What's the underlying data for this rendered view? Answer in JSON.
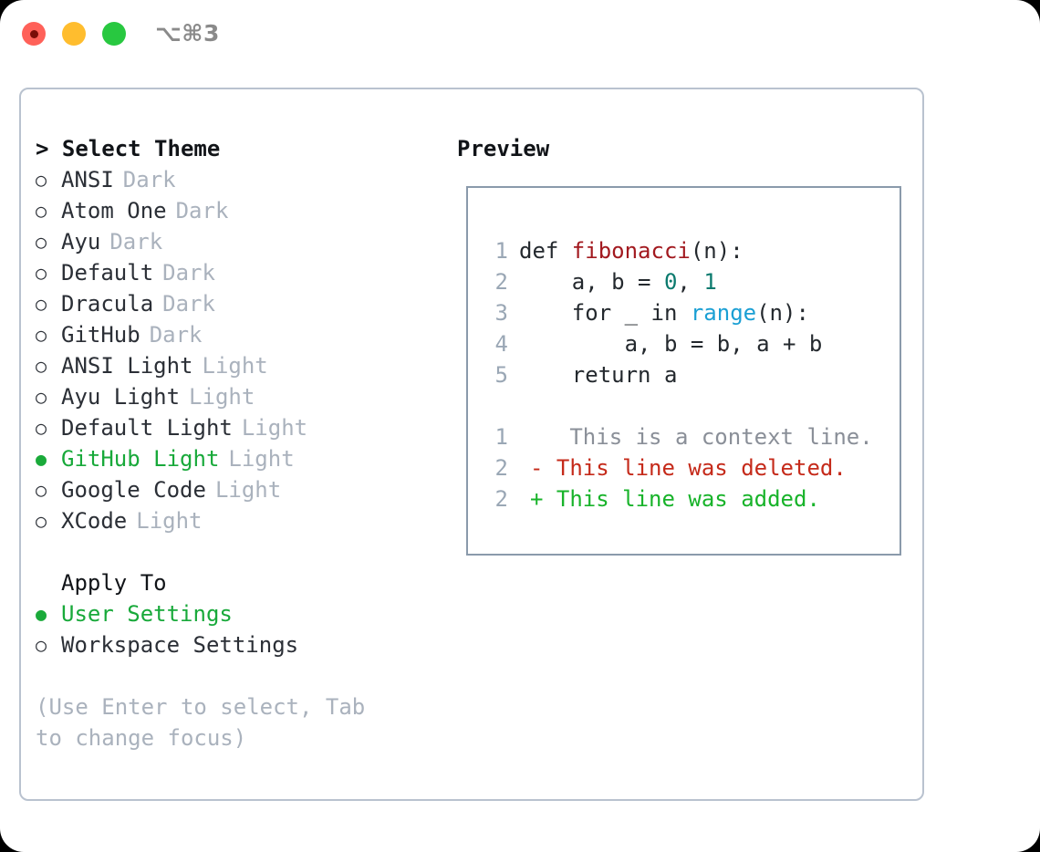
{
  "titlebar": {
    "shortcut": "⌥⌘3",
    "lights": [
      {
        "name": "close",
        "color": "#ff6159"
      },
      {
        "name": "minimize",
        "color": "#ffbd2e"
      },
      {
        "name": "maximize",
        "color": "#28c840"
      }
    ]
  },
  "theme_picker": {
    "heading": "> Select Theme",
    "selected_marker": "●",
    "unselected_marker": "○",
    "items": [
      {
        "label": "ANSI",
        "badge": "Dark",
        "selected": false
      },
      {
        "label": "Atom One",
        "badge": "Dark",
        "selected": false
      },
      {
        "label": "Ayu",
        "badge": "Dark",
        "selected": false
      },
      {
        "label": "Default",
        "badge": "Dark",
        "selected": false
      },
      {
        "label": "Dracula",
        "badge": "Dark",
        "selected": false
      },
      {
        "label": "GitHub",
        "badge": "Dark",
        "selected": false
      },
      {
        "label": "ANSI Light",
        "badge": "Light",
        "selected": false
      },
      {
        "label": "Ayu Light",
        "badge": "Light",
        "selected": false
      },
      {
        "label": "Default Light",
        "badge": "Light",
        "selected": false
      },
      {
        "label": "GitHub Light",
        "badge": "Light",
        "selected": true
      },
      {
        "label": "Google Code",
        "badge": "Light",
        "selected": false
      },
      {
        "label": "XCode",
        "badge": "Light",
        "selected": false
      }
    ]
  },
  "apply_to": {
    "heading": "Apply To",
    "items": [
      {
        "label": "User Settings",
        "selected": true
      },
      {
        "label": "Workspace Settings",
        "selected": false
      }
    ]
  },
  "hint": "(Use Enter to select, Tab to change focus)",
  "preview": {
    "title": "Preview",
    "code_lines": [
      {
        "no": "1",
        "segments": [
          {
            "text": "def ",
            "kind": "def"
          },
          {
            "text": "fibonacci",
            "kind": "fn"
          },
          {
            "text": "(n):",
            "kind": "def"
          }
        ]
      },
      {
        "no": "2",
        "segments": [
          {
            "text": "    a, b = ",
            "kind": "def"
          },
          {
            "text": "0",
            "kind": "num"
          },
          {
            "text": ", ",
            "kind": "def"
          },
          {
            "text": "1",
            "kind": "num"
          }
        ]
      },
      {
        "no": "3",
        "segments": [
          {
            "text": "    for _ in ",
            "kind": "def"
          },
          {
            "text": "range",
            "kind": "call"
          },
          {
            "text": "(n):",
            "kind": "def"
          }
        ]
      },
      {
        "no": "4",
        "segments": [
          {
            "text": "        a, b = b, a + b",
            "kind": "def"
          }
        ]
      },
      {
        "no": "5",
        "segments": [
          {
            "text": "    return a",
            "kind": "def"
          }
        ]
      }
    ],
    "diff_lines": [
      {
        "no": "1",
        "marker": " ",
        "text": "  This is a context line.",
        "kind": "ctx"
      },
      {
        "no": "2",
        "marker": "-",
        "text": " This line was deleted.",
        "kind": "del"
      },
      {
        "no": "2",
        "marker": "+",
        "text": " This line was added.",
        "kind": "add"
      }
    ]
  },
  "colors": {
    "accent_green": "#18a93a",
    "badge_gray": "#aab2bd",
    "panel_border": "#b9c2cf",
    "preview_border": "#8a9aab",
    "keyword": "#24292e",
    "function": "#a2191f",
    "number": "#0b7a6e",
    "builtin": "#1a9fd4",
    "diff_context": "#8a8f98",
    "diff_deleted": "#c52a1a",
    "diff_added": "#18b32a"
  }
}
